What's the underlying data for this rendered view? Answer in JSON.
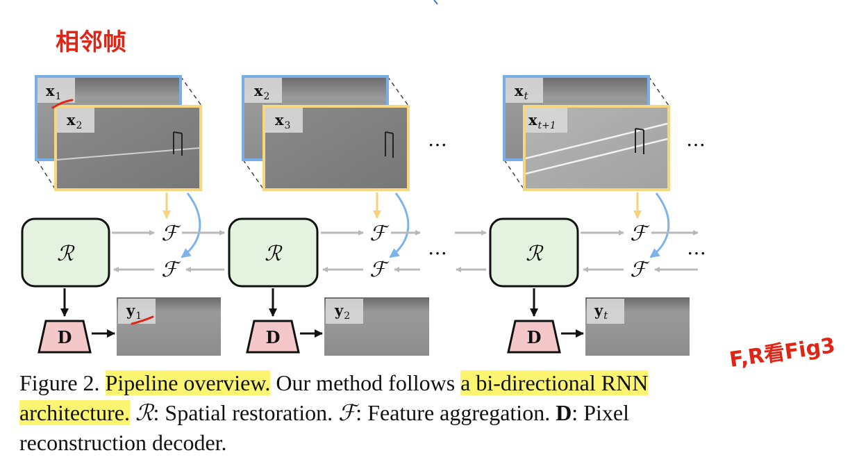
{
  "annotations": {
    "top_left_note": "相邻帧",
    "right_note": "F,R看Fig3"
  },
  "frames": [
    {
      "back_label": "x",
      "back_sub": "1",
      "front_label": "x",
      "front_sub": "2"
    },
    {
      "back_label": "x",
      "back_sub": "2",
      "front_label": "x",
      "front_sub": "3"
    },
    {
      "back_label": "x",
      "back_sub": "t",
      "front_label": "x",
      "front_sub": "t+1"
    }
  ],
  "outputs": [
    {
      "label": "y",
      "sub": "1"
    },
    {
      "label": "y",
      "sub": "2"
    },
    {
      "label": "y",
      "sub": "t"
    }
  ],
  "modules": {
    "restoration": "ℛ",
    "aggregation": "ℱ",
    "decoder": "D"
  },
  "ellipsis": "…",
  "caption": {
    "figure_label": "Figure 2.",
    "highlight_1": "Pipeline overview.",
    "text_1": " Our method follows ",
    "highlight_2": "a bi-directional RNN architecture.",
    "sym_r": "ℛ",
    "text_2": ": Spatial restoration. ",
    "sym_f": "ℱ",
    "text_3": ": Feature aggregation.",
    "sym_d": "D",
    "text_4": ": Pixel reconstruction decoder."
  },
  "colors": {
    "frame_back_border": "#7aaee6",
    "frame_front_border": "#f6d67e",
    "restoration_fill": "#e3f3df",
    "decoder_fill": "#f4c8c8",
    "forward_arrow": "#f6d27a",
    "backward_arrow": "#7cb3ea",
    "flow_arrow": "#b9b9b9",
    "highlight": "#fbf572",
    "ink_red": "#e02516"
  }
}
